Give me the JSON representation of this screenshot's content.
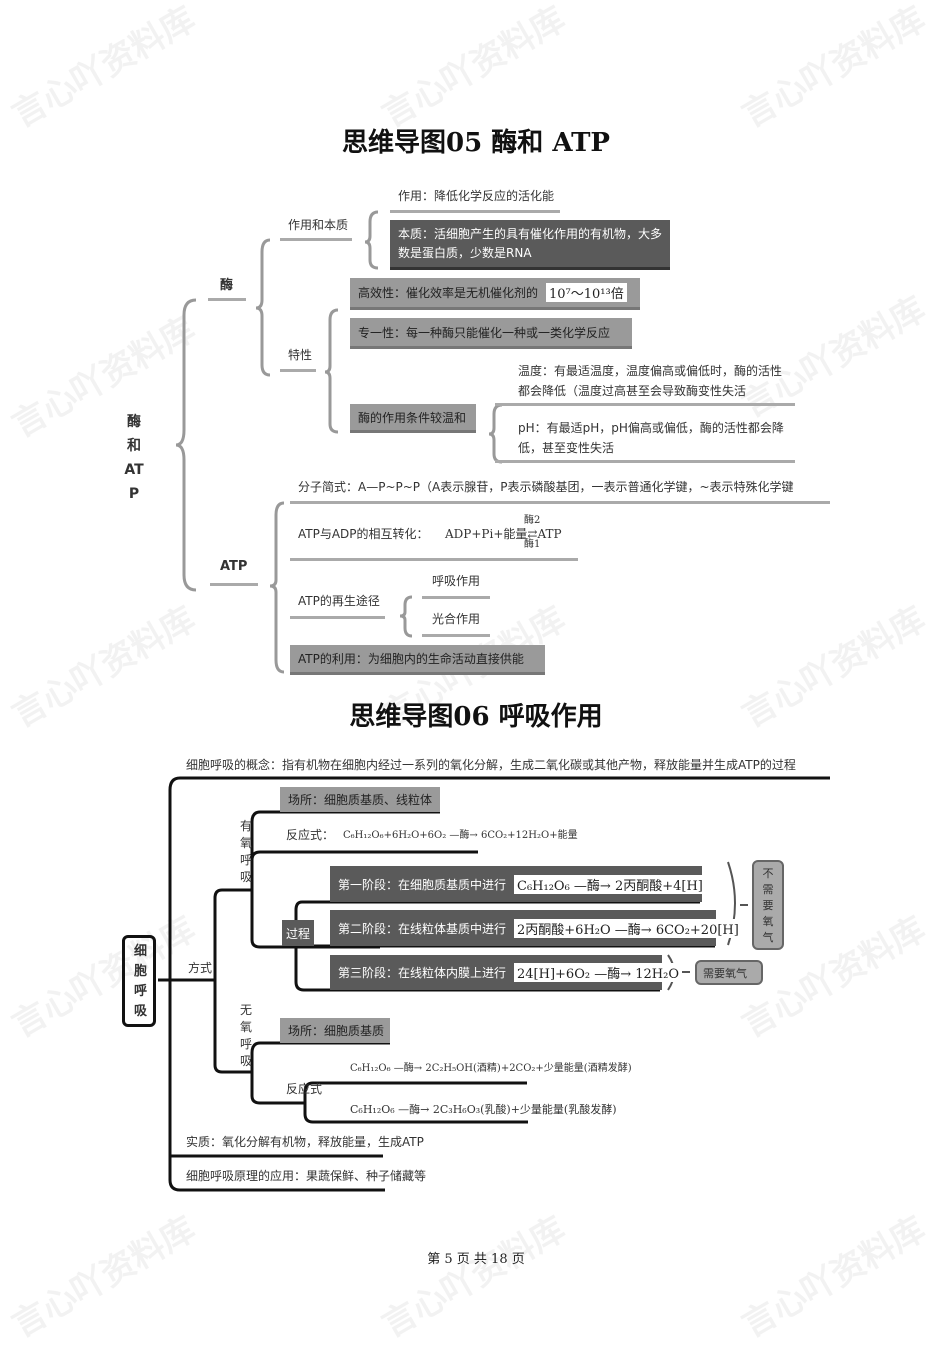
{
  "watermark": "言心吖资料库",
  "map05": {
    "title": "思维导图05 酶和 ATP",
    "root": "酶和ATP",
    "enzyme": {
      "label": "酶",
      "function_essence": {
        "label": "作用和本质",
        "function": "作用：降低化学反应的活化能",
        "essence": "本质：活细胞产生的具有催化作用的有机物，大多数是蛋白质，少数是RNA"
      },
      "properties": {
        "label": "特性",
        "efficiency": "高效性：催化效率是无机催化剂的",
        "efficiency_value": "10⁷～10¹³倍",
        "specificity": "专一性：每一种酶只能催化一种或一类化学反应",
        "mild": "酶的作用条件较温和",
        "temperature": "温度：有最适温度，温度偏高或偏低时，酶的活性都会降低（温度过高甚至会导致酶变性失活",
        "ph": "pH：有最适pH，pH偏高或偏低，酶的活性都会降低，甚至变性失活"
      }
    },
    "atp": {
      "label": "ATP",
      "formula": "分子简式：A—P~P~P（A表示腺苷，P表示磷酸基团，一表示普通化学键，~表示特殊化学键",
      "conversion_label": "ATP与ADP的相互转化：",
      "conversion_eq": "ADP+Pi+能量⇄ATP",
      "enzyme2": "酶2",
      "enzyme1": "酶1",
      "regen_label": "ATP的再生途径",
      "regen": [
        "呼吸作用",
        "光合作用"
      ],
      "use": "ATP的利用：为细胞内的生命活动直接供能"
    }
  },
  "map06": {
    "title": "思维导图06 呼吸作用",
    "root": "细胞呼吸",
    "concept": "细胞呼吸的概念：指有机物在细胞内经过一系列的氧化分解，生成二氧化碳或其他产物，释放能量并生成ATP的过程",
    "mode": "方式",
    "aerobic": {
      "label": "有氧呼吸",
      "site": "场所：细胞质基质、线粒体",
      "reaction_label": "反应式：",
      "reaction": "C₆H₁₂O₆+6H₂O+6O₂ —酶→ 6CO₂+12H₂O+能量",
      "process": "过程",
      "stages": [
        {
          "label": "第一阶段：在细胞质基质中进行",
          "eq": "C₆H₁₂O₆ —酶→ 2丙酮酸+4[H]"
        },
        {
          "label": "第二阶段：在线粒体基质中进行",
          "eq": "2丙酮酸+6H₂O —酶→ 6CO₂+20[H]"
        },
        {
          "label": "第三阶段：在线粒体内膜上进行",
          "eq": "24[H]+6O₂ —酶→ 12H₂O"
        }
      ],
      "no_oxygen": "不需要氧气",
      "need_oxygen": "需要氧气"
    },
    "anaerobic": {
      "label": "无氧呼吸",
      "site": "场所：细胞质基质",
      "reaction_label": "反应式",
      "reactions": [
        "C₆H₁₂O₆ —酶→ 2C₂H₅OH(酒精)+2CO₂+少量能量(酒精发酵)",
        "C₆H₁₂O₆ —酶→ 2C₃H₆O₃(乳酸)+少量能量(乳酸发酵)"
      ]
    },
    "essence": "实质：氧化分解有机物，释放能量，生成ATP",
    "application": "细胞呼吸原理的应用：果蔬保鲜、种子储藏等"
  },
  "footer": "第 5 页 共 18 页"
}
